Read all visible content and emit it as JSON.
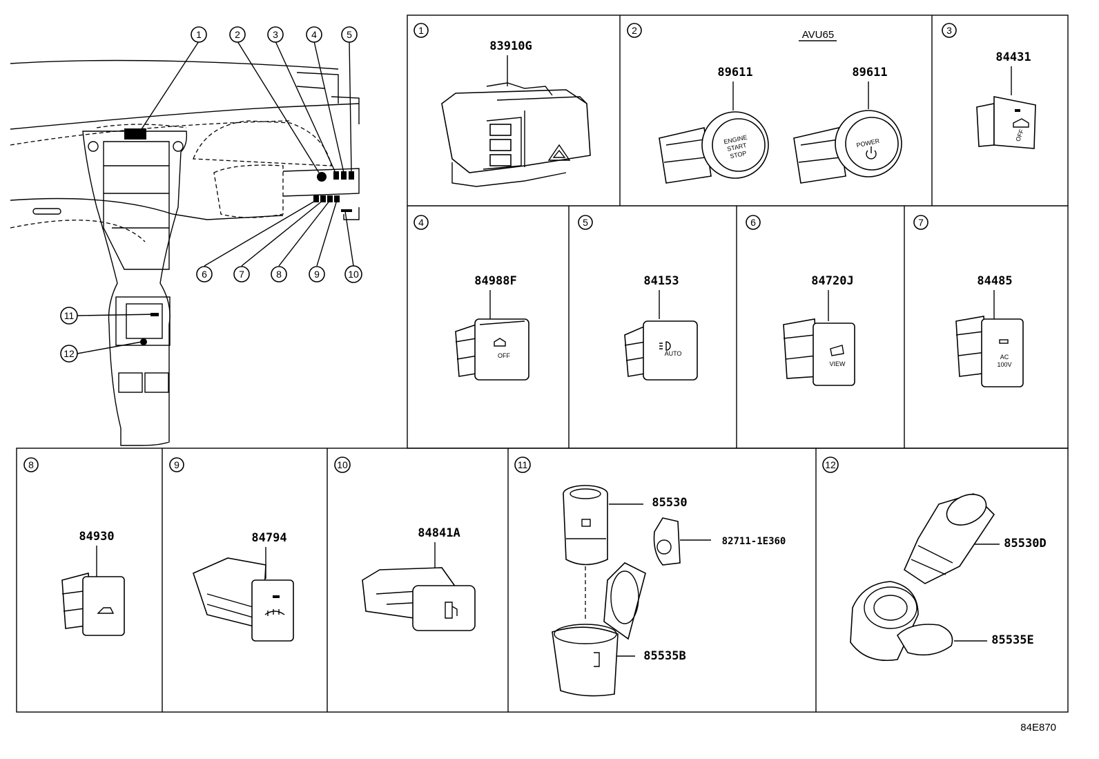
{
  "diagram_code": "84E870",
  "model_label": "AVU65",
  "overview": {
    "callouts": [
      "1",
      "2",
      "3",
      "4",
      "5",
      "6",
      "7",
      "8",
      "9",
      "10",
      "11",
      "12"
    ]
  },
  "cells": [
    {
      "index": "1",
      "parts": [
        "83910G"
      ]
    },
    {
      "index": "2",
      "parts": [
        "89611",
        "89611"
      ],
      "button_labels": [
        "ENGINE",
        "START",
        "STOP",
        "POWER"
      ]
    },
    {
      "index": "3",
      "parts": [
        "84431"
      ],
      "icon_text": "OFF"
    },
    {
      "index": "4",
      "parts": [
        "84988F"
      ],
      "icon_text": "OFF"
    },
    {
      "index": "5",
      "parts": [
        "84153"
      ],
      "icon_text": "AUTO"
    },
    {
      "index": "6",
      "parts": [
        "84720J"
      ],
      "icon_text": "VIEW"
    },
    {
      "index": "7",
      "parts": [
        "84485"
      ],
      "icon_text": [
        "AC",
        "100V"
      ]
    },
    {
      "index": "8",
      "parts": [
        "84930"
      ]
    },
    {
      "index": "9",
      "parts": [
        "84794"
      ]
    },
    {
      "index": "10",
      "parts": [
        "84841A"
      ]
    },
    {
      "index": "11",
      "parts": [
        "85530",
        "82711-1E360",
        "85535B"
      ]
    },
    {
      "index": "12",
      "parts": [
        "85530D",
        "85535E"
      ]
    }
  ],
  "icons": [
    "hazard-icon",
    "fuel-icon",
    "defroster-icon",
    "vehicle-icon",
    "power-icon",
    "headlight-icon",
    "camera-icon"
  ]
}
